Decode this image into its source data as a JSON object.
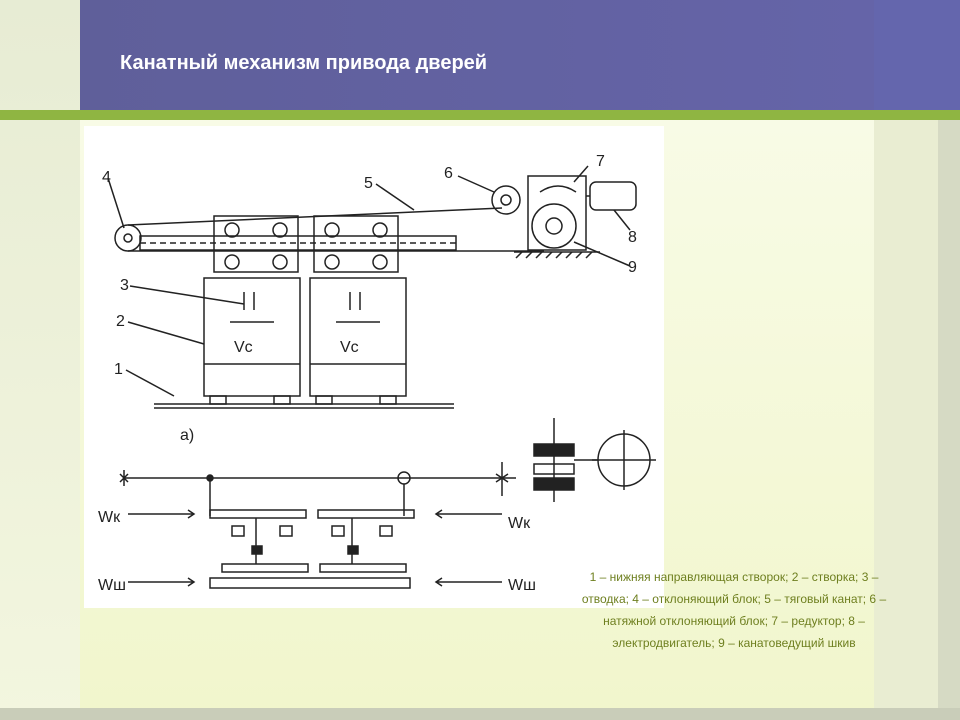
{
  "slide": {
    "title": "Канатный механизм привода дверей",
    "caption": "1 – нижняя направляющая створок; 2 – створка; 3 – отводка; 4 – отклоняющий блок; 5 – тяговый канат; 6 – натяжной отклоняющий блок; 7 – редуктор; 8 – электродвигатель; 9 – канатоведущий шкив"
  },
  "figure": {
    "callouts": [
      "1",
      "2",
      "3",
      "4",
      "5",
      "6",
      "7",
      "8",
      "9"
    ],
    "velocity_label": "Vc",
    "subfigure_label": "а)",
    "force_labels": {
      "wk": "Wк",
      "wsh": "Wш"
    }
  }
}
